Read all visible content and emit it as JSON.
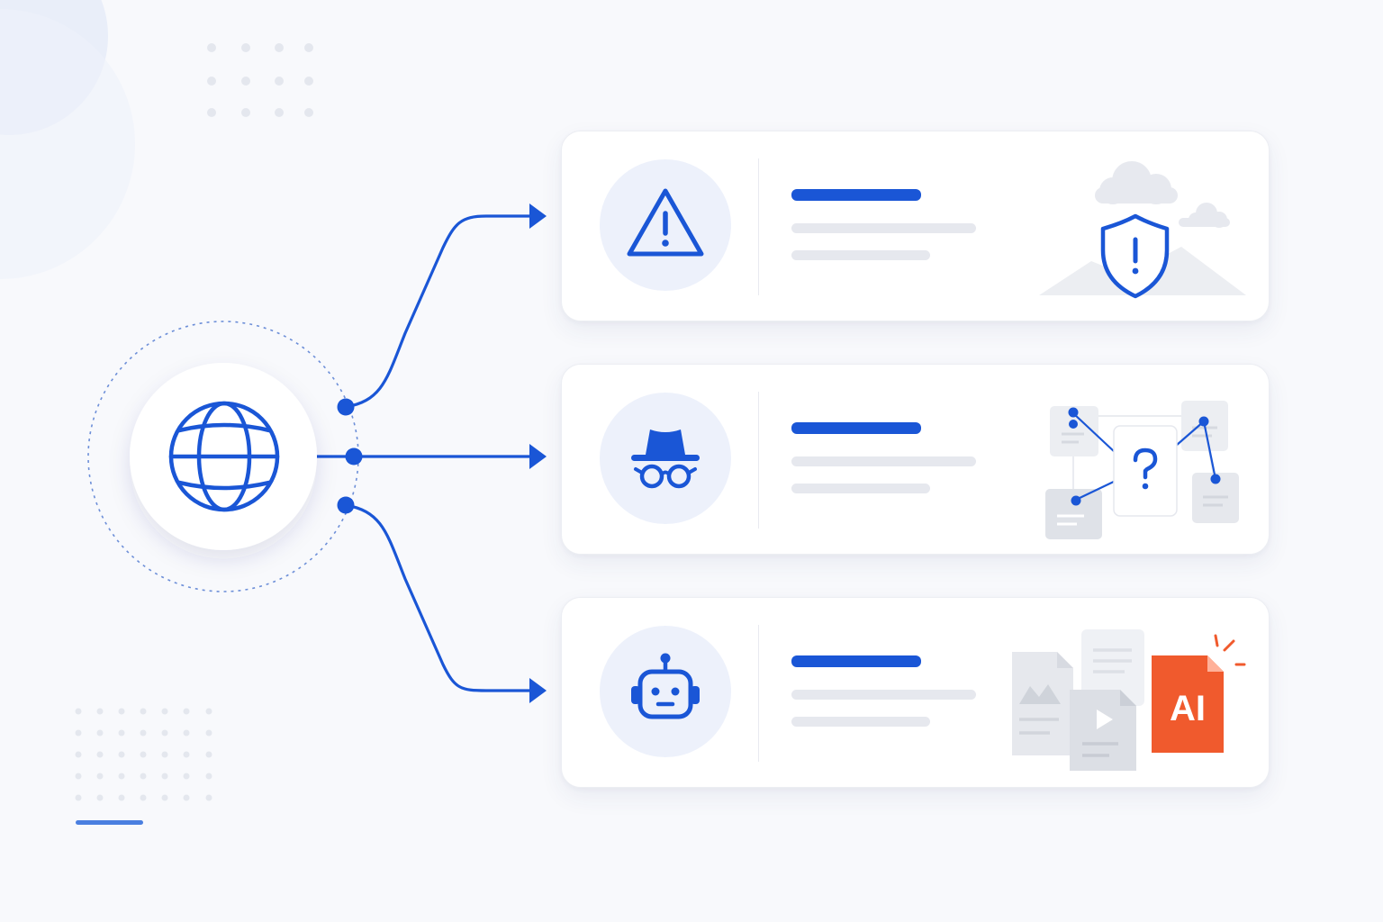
{
  "colors": {
    "accent": "#1a56d6",
    "icon_bg": "#edf1fb",
    "placeholder": "#e6e8ee",
    "ai_orange": "#f05a2d"
  },
  "hub": {
    "icon": "globe-icon"
  },
  "cards": [
    {
      "icon": "warning-triangle-icon",
      "illustration": "shield-with-clouds-and-mountains"
    },
    {
      "icon": "spy-incognito-icon",
      "illustration": "question-network-graph"
    },
    {
      "icon": "robot-icon",
      "illustration": "ai-generated-files"
    }
  ],
  "ai_badge": {
    "label": "AI"
  }
}
